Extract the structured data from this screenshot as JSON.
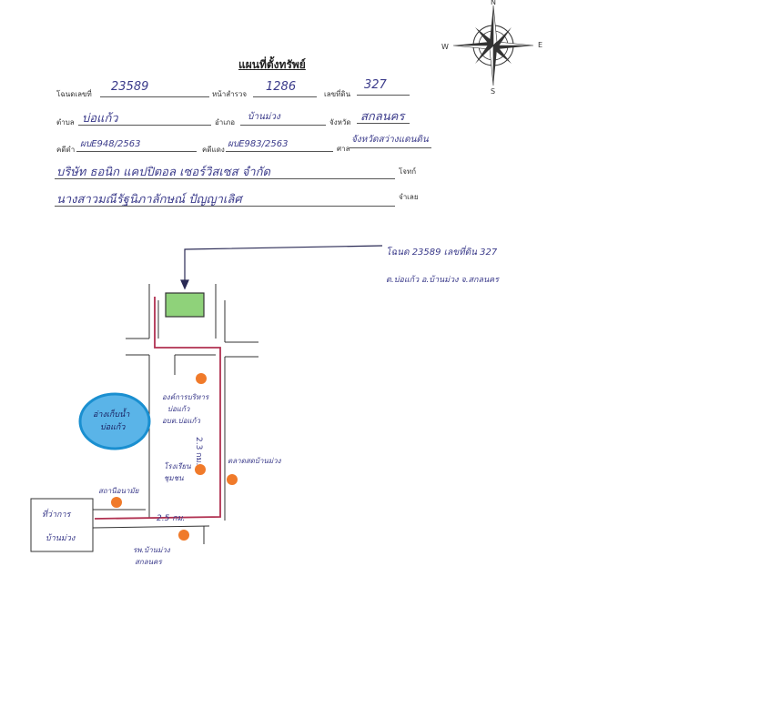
{
  "title": "แผนที่ตั้งทรัพย์",
  "compass": {
    "n": "N",
    "s": "S",
    "e": "E",
    "w": "W"
  },
  "fields": {
    "deed_label": "โฉนดเลขที่",
    "deed_value": "23589",
    "survey_page_label": "หน้าสำรวจ",
    "survey_page_value": "1286",
    "land_no_label": "เลขที่ดิน",
    "land_no_value": "327",
    "subdistrict_label": "ตำบล",
    "subdistrict_value": "บ่อแก้ว",
    "district_label": "อำเภอ",
    "district_value": "บ้านม่วง",
    "province_label": "จังหวัด",
    "province_value": "สกลนคร",
    "black_case_label": "คดีดำ",
    "black_case_value": "ผบE948/2563",
    "red_case_label": "คดีแดง",
    "red_case_value": "ผบE983/2563",
    "court_label": "ศาล",
    "court_value": "จังหวัดสว่างแดนดิน",
    "plaintiff_value": "บริษัท ธอนิก แคปปิตอล เซอร์วิสเซส จำกัด",
    "plaintiff_label": "โจทก์",
    "defendant_value": "นางสาวมณีรัฐนิภาลักษณ์ ปัญญาเลิศ",
    "defendant_label": "จำเลย"
  },
  "map": {
    "callout_line1": "โฉนด 23589 เลขที่ดิน 327",
    "callout_line2": "ต.บ่อแก้ว อ.บ้านม่วง จ.สกลนคร",
    "reservoir_line1": "อ่างเก็บน้ำ",
    "reservoir_line2": "บ่อแก้ว",
    "district_office_line1": "ที่ว่าการ",
    "district_office_line2": "บ้านม่วง",
    "distance_vertical": "2.3 กม.",
    "distance_horizontal": "2.5 กม.",
    "landmarks": [
      {
        "id": "tambon-admin",
        "lines": [
          "องค์การบริหาร",
          "บ่อแก้ว",
          "อบต.บ่อแก้ว"
        ]
      },
      {
        "id": "school",
        "lines": [
          "โรงเรียน",
          "ชุมชน"
        ]
      },
      {
        "id": "health-center",
        "lines": [
          "สถานีอนามัย"
        ]
      },
      {
        "id": "market",
        "lines": [
          "ตลาดสดบ้านม่วง"
        ]
      },
      {
        "id": "hospital",
        "lines": [
          "รพ.บ้านม่วง",
          "สกลนคร"
        ]
      }
    ],
    "colors": {
      "route": "#b03050",
      "road": "#333333",
      "target_fill": "#8fd27a",
      "landmark": "#f07a2a",
      "reservoir_fill": "#5ab4e8",
      "reservoir_stroke": "#1a8fd0"
    }
  }
}
